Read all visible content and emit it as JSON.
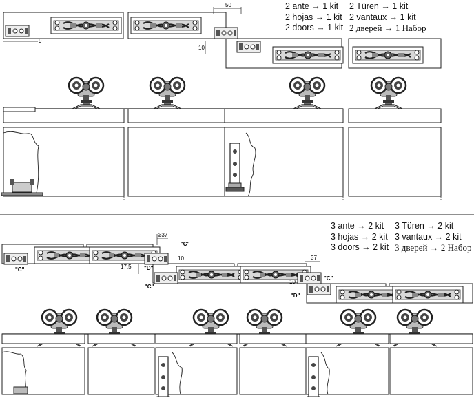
{
  "section_top": {
    "kit_table": [
      [
        "2 ante → 1 kit",
        "2 Türen → 1 kit"
      ],
      [
        "2 hojas → 1 kit",
        "2 vantaux → 1 kit"
      ],
      [
        "2 doors → 1 kit",
        "2 дверей → 1 Набор"
      ]
    ],
    "dims": {
      "d50": "50",
      "d9": "9",
      "d10": "10"
    }
  },
  "section_bottom": {
    "kit_table": [
      [
        "3 ante → 2 kit",
        "3 Türen → 2 kit"
      ],
      [
        "3 hojas → 2 kit",
        "3 vantaux → 2 kit"
      ],
      [
        "3 doors → 2 kit",
        "3 дверей → 2 Набор"
      ]
    ],
    "dims": {
      "d37a": "≥37",
      "d37b": "37",
      "d17_5": "17,5",
      "d10a": "10",
      "d10b": "10"
    },
    "labels": {
      "c": "\"C\"",
      "d": "\"D\""
    }
  }
}
